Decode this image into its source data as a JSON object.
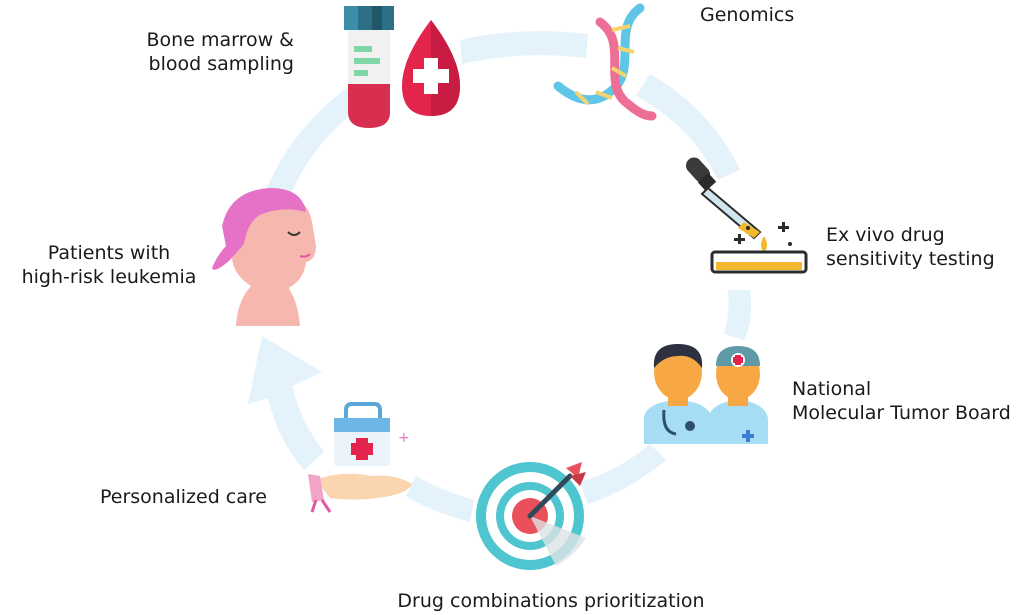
{
  "colors": {
    "cycle_arrow": "#e3f2fb",
    "tube_red": "#d82e4f",
    "blood_drop": "#e3244d",
    "dna_pink": "#ee6f95",
    "dna_blue": "#5fc6e8",
    "reagent_yellow": "#f3b92e",
    "target_teal": "#4fc6cf",
    "target_red": "#e9505a",
    "skin": "#f6b7ae",
    "bandana": "#e572c7",
    "doctor_skin": "#f7a845",
    "coat_blue": "#a7dcf5"
  },
  "steps": [
    {
      "name": "bone-marrow",
      "lines": [
        "Bone marrow &",
        "blood sampling"
      ],
      "icons": [
        "test-tube-icon",
        "blood-drop-icon"
      ]
    },
    {
      "name": "genomics",
      "lines": [
        "Genomics"
      ],
      "icons": [
        "dna-icon"
      ]
    },
    {
      "name": "ex-vivo",
      "lines": [
        "Ex vivo drug",
        "sensitivity testing"
      ],
      "icons": [
        "dropper-petri-dish-icon"
      ]
    },
    {
      "name": "tumor-board",
      "lines": [
        "National",
        "Molecular Tumor Board"
      ],
      "icons": [
        "doctors-icon"
      ]
    },
    {
      "name": "drug-prioritization",
      "lines": [
        "Drug combinations prioritization"
      ],
      "icons": [
        "target-dart-icon"
      ]
    },
    {
      "name": "personalized-care",
      "lines": [
        "Personalized care"
      ],
      "icons": [
        "hand-first-aid-kit-icon"
      ]
    },
    {
      "name": "patients",
      "lines": [
        "Patients with",
        "high-risk leukemia"
      ],
      "icons": [
        "patient-head-icon"
      ]
    }
  ]
}
